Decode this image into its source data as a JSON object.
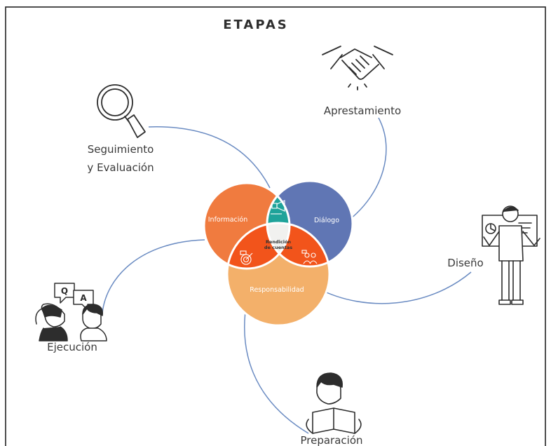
{
  "title": "ETAPAS",
  "colors": {
    "connector": "#6a8bc2",
    "informacion": "#f07b3f",
    "dialogo": "#6076b4",
    "responsabilidad": "#f3b06a",
    "teal": "#1fa39a",
    "red_orange": "#f2541b",
    "center": "#f1f1ef",
    "line_art": "#2d2d2d"
  },
  "venn": {
    "informacion": "Información",
    "dialogo": "Diálogo",
    "responsabilidad": "Responsabilidad",
    "center_line1": "Rendición",
    "center_line2": "de cuentas"
  },
  "stages": {
    "apresta": "Apresta­miento",
    "seguimiento_line1": "Seguimiento",
    "seguimiento_line2": "y Evaluación",
    "diseno": "Diseño",
    "ejecucion": "Ejecución",
    "preparacion": "Preparación"
  },
  "icons": {
    "apresta": "handshake-icon",
    "seguimiento": "magnifier-icon",
    "diseno": "presenter-icon",
    "ejecucion": "q-and-a-icon",
    "preparacion": "reader-icon"
  },
  "speech": {
    "q": "Q",
    "a": "A"
  }
}
